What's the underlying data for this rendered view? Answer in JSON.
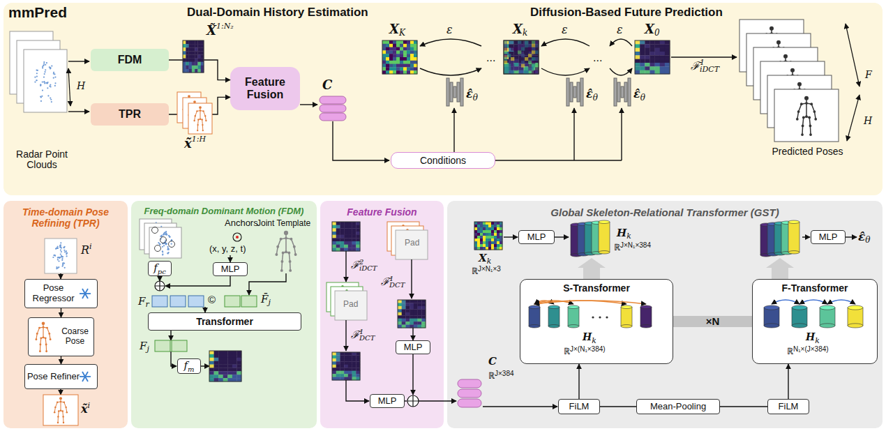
{
  "diagram": {
    "nodes": [
      {
        "text": [
          "mmPred",
          "Dual-Domain History Estimation",
          "Diffusion-Based Future Prediction"
        ]
      },
      {
        "text": [
          "FDM"
        ],
        "in": 0
      },
      {
        "text": [
          "TPR"
        ],
        "in": 0
      },
      {
        "text": [
          "Feature Fusion"
        ],
        "in": 0
      },
      {
        "text": [
          "Conditions"
        ],
        "in": 0
      },
      {
        "text": [
          "Time-domain Pose Refining (TPR)"
        ]
      },
      {
        "text": [
          "Pose Regressor"
        ],
        "in": 5
      },
      {
        "text": [
          "Coarse Pose"
        ],
        "in": 5
      },
      {
        "text": [
          "Pose Refiner"
        ],
        "in": 5
      },
      {
        "text": [
          "Freq-domain Dominant Motion (FDM)"
        ]
      },
      {
        "text": [
          "f",
          "pc"
        ],
        "in": 9
      },
      {
        "text": [
          "MLP"
        ],
        "in": 9
      },
      {
        "text": [
          "Transformer"
        ],
        "in": 9
      },
      {
        "text": [
          "f",
          "m"
        ],
        "in": 9
      },
      {
        "text": [
          "Feature Fusion"
        ]
      },
      {
        "text": [
          "MLP"
        ],
        "in": 14
      },
      {
        "text": [
          "MLP"
        ],
        "in": 14
      },
      {
        "text": [
          "Global Skeleton-Relational Transformer (GST)"
        ]
      },
      {
        "text": [
          "MLP"
        ],
        "in": 17
      },
      {
        "text": [
          "MLP"
        ],
        "in": 17
      },
      {
        "text": [
          "S-Transformer"
        ],
        "in": 17
      },
      {
        "text": [
          "F-Transformer"
        ],
        "in": 17
      },
      {
        "text": [
          "FiLM"
        ],
        "in": 17
      },
      {
        "text": [
          "Mean-Pooling"
        ],
        "in": 17
      },
      {
        "text": [
          "FiLM"
        ],
        "in": 17
      }
    ],
    "edges": [
      {
        "from": 1,
        "to": 3,
        "arrow": "to"
      },
      {
        "from": 2,
        "to": 3,
        "arrow": "to"
      },
      {
        "from": 6,
        "to": 7,
        "arrow": "to"
      },
      {
        "from": 7,
        "to": 8,
        "arrow": "to"
      },
      {
        "from": 22,
        "to": 20,
        "arrow": "to"
      },
      {
        "from": 22,
        "to": 23,
        "arrow": "none"
      },
      {
        "from": 23,
        "to": 24,
        "arrow": "none"
      },
      {
        "from": 24,
        "to": 21,
        "arrow": "to"
      },
      {
        "from": 20,
        "to": 21,
        "arrow": "none",
        "label": "×N"
      }
    ],
    "labels": [
      "Radar Point Clouds",
      "H",
      "X̃",
      "1:N₂",
      "x̃",
      "1:H",
      "C",
      "X",
      "K",
      "X",
      "k",
      "X",
      "0",
      "ε",
      "ε",
      "ε",
      "ε̂",
      "θ",
      "ε̂",
      "θ",
      "ε̂",
      "θ",
      "...",
      "...",
      "ℱ",
      "1",
      "iDCT",
      "Predicted Poses",
      "F",
      "H",
      "R",
      "i",
      "x̃",
      "i",
      "Anchors",
      "(x, y, z, t)",
      "Joint Template",
      "F",
      "r",
      "©",
      "F̄",
      "j",
      "F",
      "j",
      "ℱ",
      "2",
      "iDCT",
      "Pad",
      "Pad",
      "ℱ",
      "1",
      "DCT",
      "ℱ",
      "1",
      "DCT",
      "X",
      "k",
      "ℝ",
      "J×N₁×3",
      "H",
      "k",
      "ℝ",
      "J×N₁×384",
      "ε̂",
      "θ",
      "H",
      "k",
      "ℝ",
      "J×(N₁×384)",
      "H",
      "k",
      "ℝ",
      "N₁×(J×384)",
      "C",
      "ℝ",
      "J×384"
    ]
  }
}
